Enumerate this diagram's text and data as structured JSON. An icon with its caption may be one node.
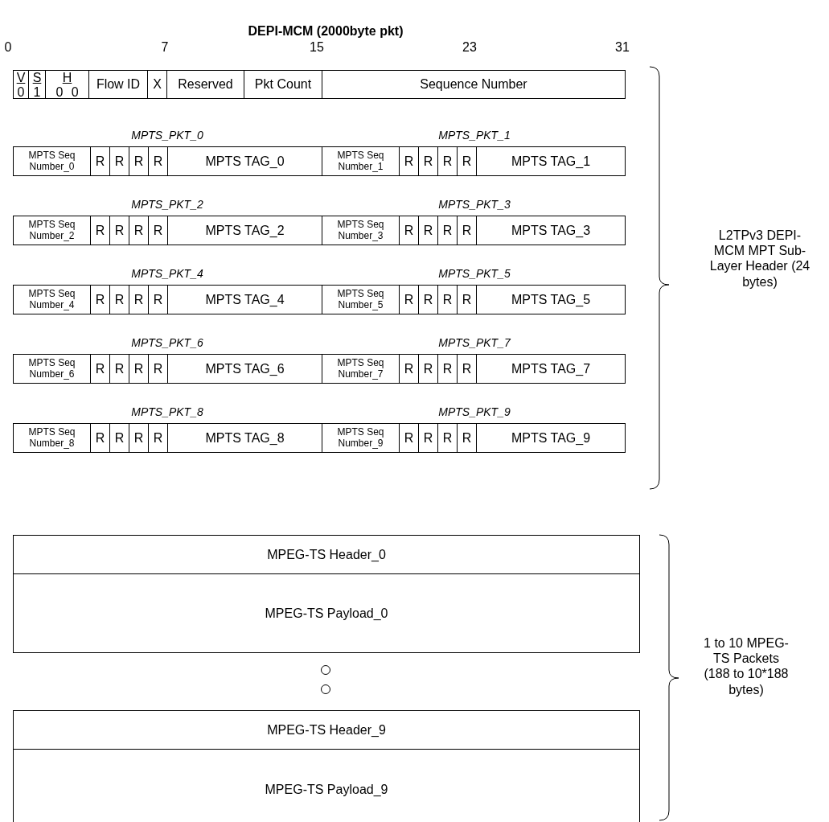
{
  "diagram": {
    "title": "DEPI-MCM (2000byte pkt)",
    "nodes": [
      {
        "text": [
          "V",
          "0"
        ]
      },
      {
        "text": [
          "S",
          "1"
        ]
      },
      {
        "text": [
          "H",
          "0 0"
        ]
      },
      {
        "text": [
          "Flow ID"
        ]
      },
      {
        "text": [
          "X"
        ]
      },
      {
        "text": [
          "Reserved"
        ]
      },
      {
        "text": [
          "Pkt Count"
        ]
      },
      {
        "text": [
          "Sequence Number"
        ]
      },
      {
        "text": [
          "MPTS Seq Number_0"
        ]
      },
      {
        "text": [
          "R"
        ]
      },
      {
        "text": [
          "R"
        ]
      },
      {
        "text": [
          "R"
        ]
      },
      {
        "text": [
          "R"
        ]
      },
      {
        "text": [
          "MPTS TAG_0"
        ]
      },
      {
        "text": [
          "MPTS Seq Number_1"
        ]
      },
      {
        "text": [
          "R"
        ]
      },
      {
        "text": [
          "R"
        ]
      },
      {
        "text": [
          "R"
        ]
      },
      {
        "text": [
          "R"
        ]
      },
      {
        "text": [
          "MPTS TAG_1"
        ]
      },
      {
        "text": [
          "MPTS Seq Number_2"
        ]
      },
      {
        "text": [
          "R"
        ]
      },
      {
        "text": [
          "R"
        ]
      },
      {
        "text": [
          "R"
        ]
      },
      {
        "text": [
          "R"
        ]
      },
      {
        "text": [
          "MPTS TAG_2"
        ]
      },
      {
        "text": [
          "MPTS Seq Number_3"
        ]
      },
      {
        "text": [
          "R"
        ]
      },
      {
        "text": [
          "R"
        ]
      },
      {
        "text": [
          "R"
        ]
      },
      {
        "text": [
          "R"
        ]
      },
      {
        "text": [
          "MPTS TAG_3"
        ]
      },
      {
        "text": [
          "MPTS Seq Number_4"
        ]
      },
      {
        "text": [
          "R"
        ]
      },
      {
        "text": [
          "R"
        ]
      },
      {
        "text": [
          "R"
        ]
      },
      {
        "text": [
          "R"
        ]
      },
      {
        "text": [
          "MPTS TAG_4"
        ]
      },
      {
        "text": [
          "MPTS Seq Number_5"
        ]
      },
      {
        "text": [
          "R"
        ]
      },
      {
        "text": [
          "R"
        ]
      },
      {
        "text": [
          "R"
        ]
      },
      {
        "text": [
          "R"
        ]
      },
      {
        "text": [
          "MPTS TAG_5"
        ]
      },
      {
        "text": [
          "MPTS Seq Number_6"
        ]
      },
      {
        "text": [
          "R"
        ]
      },
      {
        "text": [
          "R"
        ]
      },
      {
        "text": [
          "R"
        ]
      },
      {
        "text": [
          "R"
        ]
      },
      {
        "text": [
          "MPTS TAG_6"
        ]
      },
      {
        "text": [
          "MPTS Seq Number_7"
        ]
      },
      {
        "text": [
          "R"
        ]
      },
      {
        "text": [
          "R"
        ]
      },
      {
        "text": [
          "R"
        ]
      },
      {
        "text": [
          "R"
        ]
      },
      {
        "text": [
          "MPTS TAG_7"
        ]
      },
      {
        "text": [
          "MPTS Seq Number_8"
        ]
      },
      {
        "text": [
          "R"
        ]
      },
      {
        "text": [
          "R"
        ]
      },
      {
        "text": [
          "R"
        ]
      },
      {
        "text": [
          "R"
        ]
      },
      {
        "text": [
          "MPTS TAG_8"
        ]
      },
      {
        "text": [
          "MPTS Seq Number_9"
        ]
      },
      {
        "text": [
          "R"
        ]
      },
      {
        "text": [
          "R"
        ]
      },
      {
        "text": [
          "R"
        ]
      },
      {
        "text": [
          "R"
        ]
      },
      {
        "text": [
          "MPTS TAG_9"
        ]
      },
      {
        "text": [
          "MPEG-TS Header_0"
        ]
      },
      {
        "text": [
          "MPEG-TS Payload_0"
        ]
      },
      {
        "text": [],
        "shape": "circle"
      },
      {
        "text": [],
        "shape": "circle"
      },
      {
        "text": [
          "MPEG-TS Header_9"
        ]
      },
      {
        "text": [
          "MPEG-TS Payload_9"
        ]
      }
    ],
    "labels": [
      "0",
      "7",
      "15",
      "23",
      "31",
      "MPTS_PKT_0",
      "MPTS_PKT_1",
      "MPTS_PKT_2",
      "MPTS_PKT_3",
      "MPTS_PKT_4",
      "MPTS_PKT_5",
      "MPTS_PKT_6",
      "MPTS_PKT_7",
      "MPTS_PKT_8",
      "MPTS_PKT_9",
      "L2TPv3 DEPI-MCM MPT Sub-Layer Header (24 bytes)",
      "1 to 10 MPEG-TS Packets (188 to 10*188 bytes)"
    ]
  }
}
